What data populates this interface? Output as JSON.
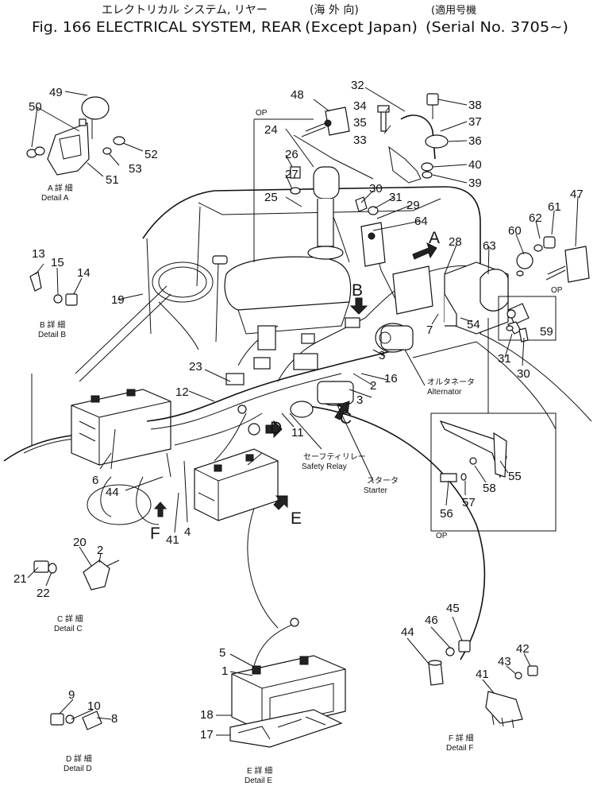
{
  "header": {
    "jp_title": "エレクトリカル システム, リヤー",
    "jp_region": "(海 外 向)",
    "jp_serial": "(適用号機",
    "fig": "Fig. 166 ELECTRICAL SYSTEM, REAR",
    "region": "(Except Japan)",
    "serial": "(Serial No. 3705~)"
  },
  "callouts": {
    "c1": "1",
    "c2a": "2",
    "c2b": "2",
    "c3a": "3",
    "c3b": "3",
    "c4": "4",
    "c5": "5",
    "c6": "6",
    "c7": "7",
    "c8": "8",
    "c9": "9",
    "c10": "10",
    "c11": "11",
    "c12": "12",
    "c13": "13",
    "c14": "14",
    "c15": "15",
    "c16": "16",
    "c17": "17",
    "c18": "18",
    "c19": "19",
    "c20": "20",
    "c21": "21",
    "c22": "22",
    "c23": "23",
    "c24": "24",
    "c25": "25",
    "c26": "26",
    "c27": "27",
    "c28": "28",
    "c29": "29",
    "c30a": "30",
    "c30b": "30",
    "c31a": "31",
    "c31b": "31",
    "c32": "32",
    "c33": "33",
    "c34": "34",
    "c35": "35",
    "c36": "36",
    "c37": "37",
    "c38": "38",
    "c39": "39",
    "c40": "40",
    "c41a": "41",
    "c41b": "41",
    "c42": "42",
    "c43": "43",
    "c44a": "44",
    "c44b": "44",
    "c45": "45",
    "c46": "46",
    "c47": "47",
    "c48": "48",
    "c49": "49",
    "c50": "50",
    "c51": "51",
    "c52": "52",
    "c53": "53",
    "c54": "54",
    "c55": "55",
    "c56": "56",
    "c57": "57",
    "c58": "58",
    "c59": "59",
    "c60": "60",
    "c61": "61",
    "c62": "62",
    "c63": "63",
    "c64": "64"
  },
  "view_letters": {
    "A": "A",
    "B": "B",
    "C": "C",
    "D": "D",
    "E": "E",
    "F": "F"
  },
  "details": {
    "a_jp": "A 詳 細",
    "a": "Detail A",
    "b_jp": "B 詳 細",
    "b": "Detail B",
    "c_jp": "C 詳 細",
    "c": "Detail C",
    "d_jp": "D 詳 細",
    "d": "Detail D",
    "e_jp": "E 詳 細",
    "e": "Detail E",
    "f_jp": "F 詳 細",
    "f": "Detail F"
  },
  "labels": {
    "alternator_jp": "オルタネータ",
    "alternator": "Alternator",
    "relay_jp": "セーフティリレー",
    "relay": "Safety Relay",
    "starter_jp": "スタータ",
    "starter": "Starter",
    "op1": "OP",
    "op2": "OP",
    "op3": "OP"
  }
}
